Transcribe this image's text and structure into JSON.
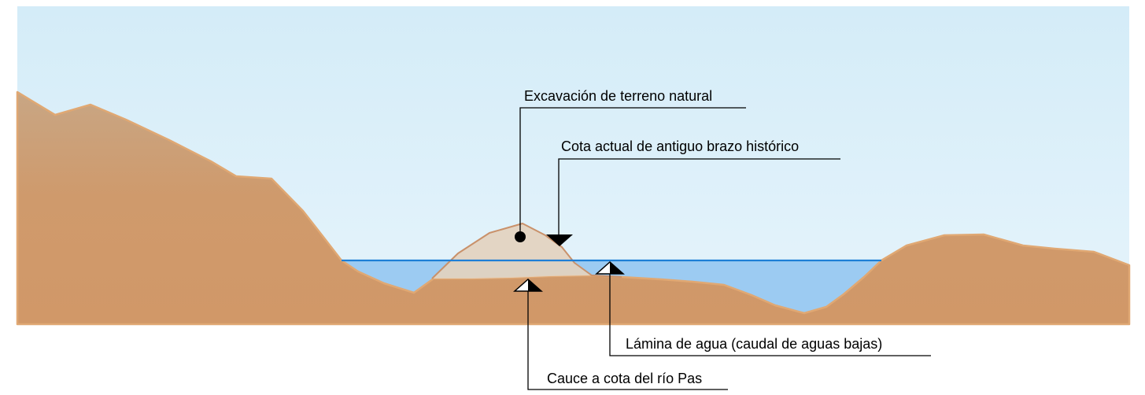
{
  "labels": {
    "excavation": "Excavación de terreno natural",
    "historic_branch": "Cota actual de antiguo brazo histórico",
    "water_sheet": "Lámina de agua (caudal de aguas bajas)",
    "riverbed": "Cauce a cota del río Pas"
  },
  "colors": {
    "sky_top": "#d4ecf8",
    "sky_bottom": "#e6f4fb",
    "terrain": "#cf9a6c",
    "terrain_outline": "#e0a873",
    "terrain_light": "#e3d2bf",
    "water": "#9ccbf2",
    "water_surface": "#1e7fd6"
  },
  "symbols": {
    "excavation_marker": "filled-circle",
    "historic_branch_marker": "filled-down-triangle",
    "water_sheet_marker": "half-filled-up-triangle",
    "riverbed_marker": "half-filled-up-triangle"
  }
}
